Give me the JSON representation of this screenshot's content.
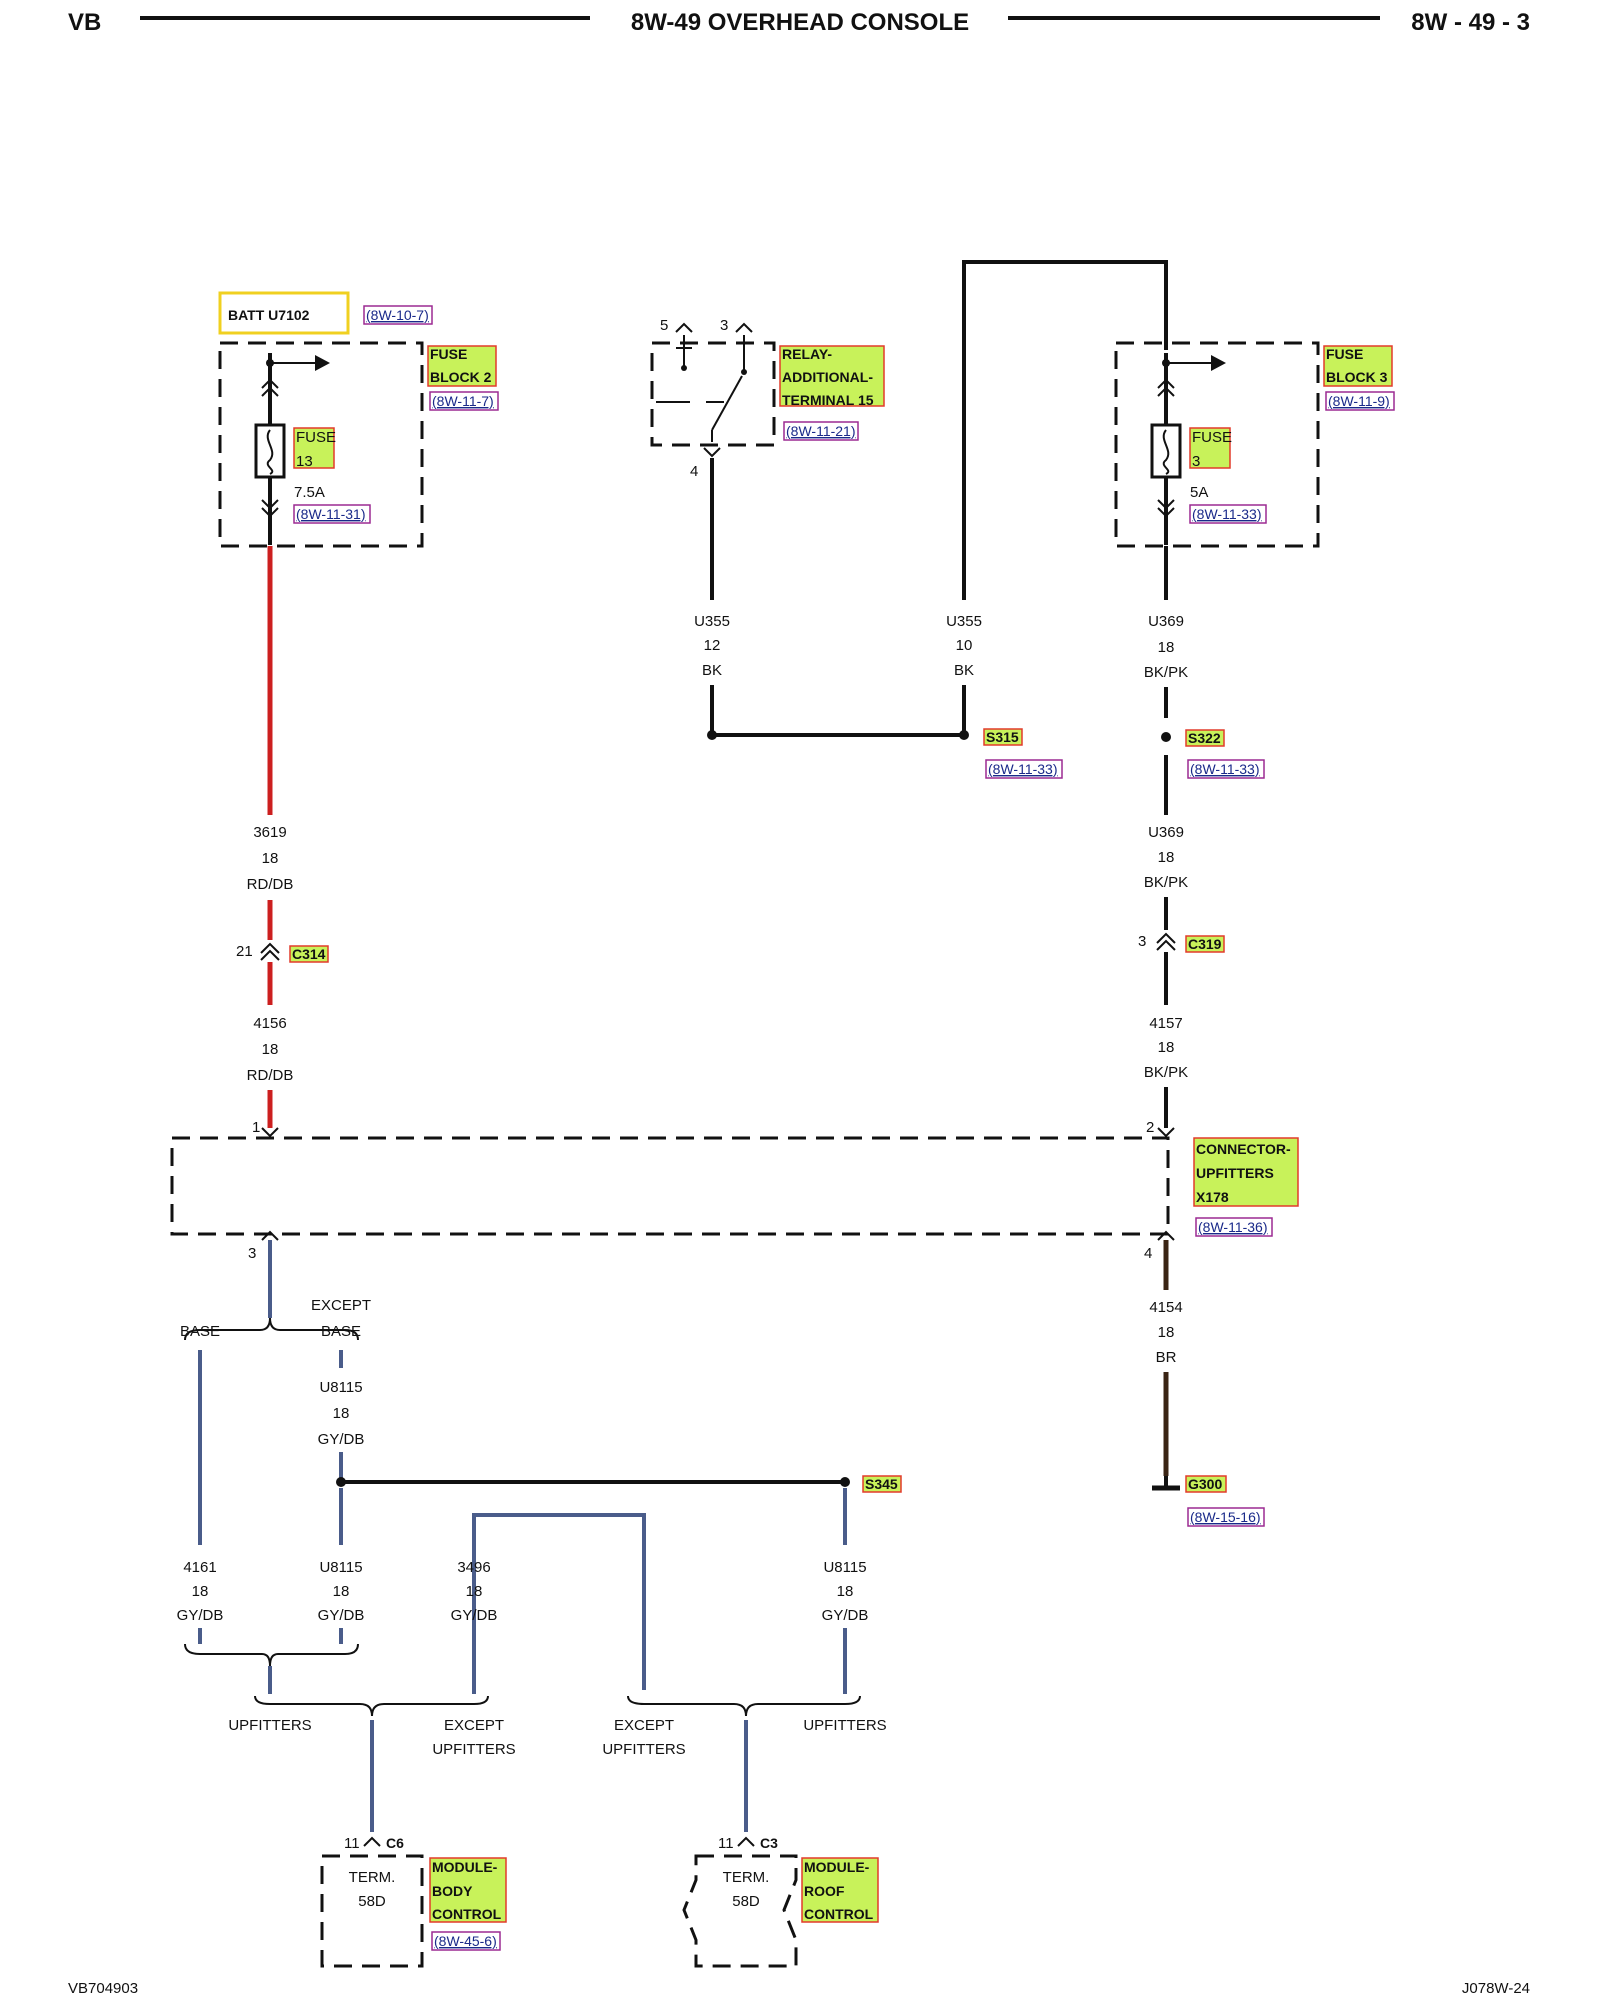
{
  "header": {
    "left": "VB",
    "title": "8W-49 OVERHEAD CONSOLE",
    "right": "8W - 49 - 3"
  },
  "footer": {
    "left": "VB704903",
    "right": "J078W-24"
  },
  "batt": {
    "label": "BATT U7102",
    "ref": "(8W-10-7)"
  },
  "fuse_block2": {
    "line1": "FUSE",
    "line2": "BLOCK 2",
    "ref": "(8W-11-7)",
    "fuse_label1": "FUSE",
    "fuse_label2": "13",
    "rating": "7.5A",
    "fuse_ref": "(8W-11-31)"
  },
  "relay": {
    "line1": "RELAY-",
    "line2": "ADDITIONAL-",
    "line3": "TERMINAL 15",
    "ref": "(8W-11-21)",
    "pin5": "5",
    "pin3": "3",
    "pin4": "4"
  },
  "fuse_block3": {
    "line1": "FUSE",
    "line2": "BLOCK 3",
    "ref": "(8W-11-9)",
    "fuse_label1": "FUSE",
    "fuse_label2": "3",
    "rating": "5A",
    "fuse_ref": "(8W-11-33)"
  },
  "wires": {
    "u355_12": {
      "circuit": "U355",
      "gauge": "12",
      "color": "BK"
    },
    "u355_10": {
      "circuit": "U355",
      "gauge": "10",
      "color": "BK"
    },
    "u369_a": {
      "circuit": "U369",
      "gauge": "18",
      "color": "BK/PK"
    },
    "u369_b": {
      "circuit": "U369",
      "gauge": "18",
      "color": "BK/PK"
    },
    "w3619": {
      "circuit": "3619",
      "gauge": "18",
      "color": "RD/DB"
    },
    "w4156": {
      "circuit": "4156",
      "gauge": "18",
      "color": "RD/DB"
    },
    "w4157": {
      "circuit": "4157",
      "gauge": "18",
      "color": "BK/PK"
    },
    "w4154": {
      "circuit": "4154",
      "gauge": "18",
      "color": "BR"
    },
    "u8115_a": {
      "circuit": "U8115",
      "gauge": "18",
      "color": "GY/DB"
    },
    "w4161": {
      "circuit": "4161",
      "gauge": "18",
      "color": "GY/DB"
    },
    "u8115_b": {
      "circuit": "U8115",
      "gauge": "18",
      "color": "GY/DB"
    },
    "w3496": {
      "circuit": "3496",
      "gauge": "18",
      "color": "GY/DB"
    },
    "u8115_c": {
      "circuit": "U8115",
      "gauge": "18",
      "color": "GY/DB"
    }
  },
  "splices": {
    "s315": {
      "label": "S315",
      "ref": "(8W-11-33)"
    },
    "s322": {
      "label": "S322",
      "ref": "(8W-11-33)"
    },
    "s345": {
      "label": "S345"
    }
  },
  "connectors": {
    "c314": {
      "label": "C314",
      "pin": "21"
    },
    "c319": {
      "label": "C319",
      "pin": "3"
    }
  },
  "x178": {
    "line1": "CONNECTOR-",
    "line2": "UPFITTERS",
    "line3": "X178",
    "ref": "(8W-11-36)",
    "pin1": "1",
    "pin2": "2",
    "pin3": "3",
    "pin4": "4"
  },
  "ground": {
    "label": "G300",
    "ref": "(8W-15-16)"
  },
  "branches": {
    "base": "BASE",
    "except_base_1": "EXCEPT",
    "except_base_2": "BASE",
    "upfitters_left": "UPFITTERS",
    "except_upfitters_left_1": "EXCEPT",
    "except_upfitters_left_2": "UPFITTERS",
    "except_upfitters_right_1": "EXCEPT",
    "except_upfitters_right_2": "UPFITTERS",
    "upfitters_right": "UPFITTERS"
  },
  "module_body": {
    "line1": "MODULE-",
    "line2": "BODY",
    "line3": "CONTROL",
    "ref": "(8W-45-6)",
    "term1": "TERM.",
    "term2": "58D",
    "pin": "11",
    "conn": "C6"
  },
  "module_roof": {
    "line1": "MODULE-",
    "line2": "ROOF",
    "line3": "CONTROL",
    "term1": "TERM.",
    "term2": "58D",
    "pin": "11",
    "conn": "C3"
  },
  "colors": {
    "red_wire": "#cc1f1f",
    "blue_wire": "#4a5c8a",
    "brown_wire": "#3a2414",
    "tag_fill": "#c8f25a",
    "tag_border": "#e23b2b",
    "ref_border": "#9c2a92"
  }
}
